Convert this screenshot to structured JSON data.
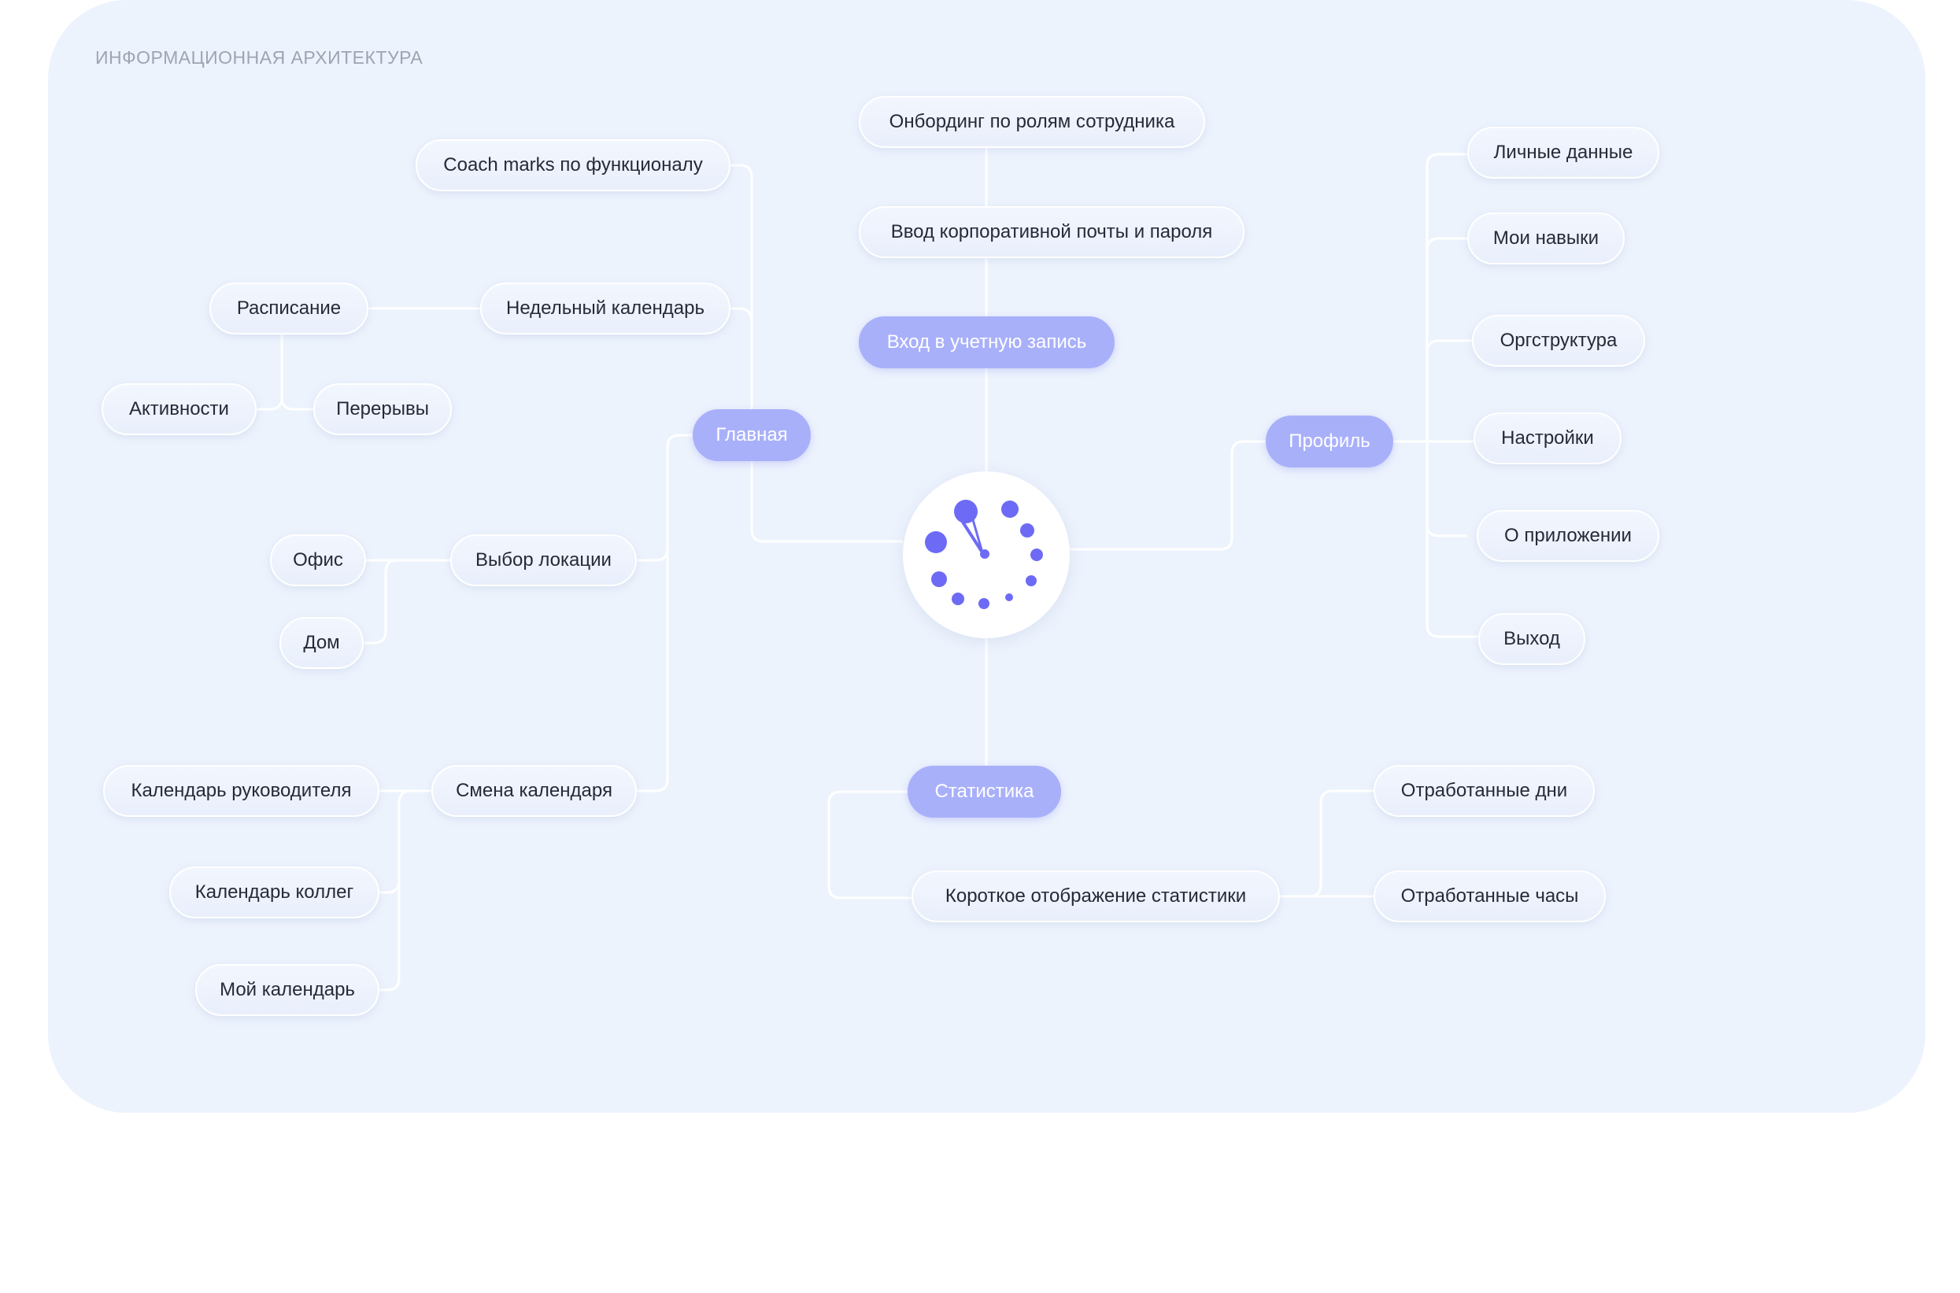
{
  "board": {
    "title": "ИНФОРМАЦИОННАЯ АРХИТЕКТУРА",
    "background": "#edf3fd"
  },
  "colors": {
    "primary_node": "#a9b0fa",
    "logo_accent": "#6d6bf5",
    "connector": "#ffffff"
  },
  "center": {
    "icon": "clock-logo-icon"
  },
  "nodes": {
    "login": "Вход в учетную запись",
    "email": "Ввод корпоративной почты и пароля",
    "onboarding": "Онбординг по ролям сотрудника",
    "home": "Главная",
    "coach": "Coach marks по функционалу",
    "weekly": "Недельный календарь",
    "schedule": "Расписание",
    "activities": "Активности",
    "breaks": "Перерывы",
    "location": "Выбор локации",
    "office": "Офис",
    "house": "Дом",
    "calswitch": "Смена календаря",
    "cal_manager": "Календарь руководителя",
    "cal_colleagues": "Календарь коллег",
    "cal_mine": "Мой календарь",
    "profile": "Профиль",
    "personal": "Личные данные",
    "skills": "Мои навыки",
    "orgchart": "Оргструктура",
    "settings": "Настройки",
    "about": "О приложении",
    "logout": "Выход",
    "stats": "Статистика",
    "stats_short": "Короткое отображение статистики",
    "days": "Отработанные дни",
    "hours": "Отработанные часы"
  }
}
